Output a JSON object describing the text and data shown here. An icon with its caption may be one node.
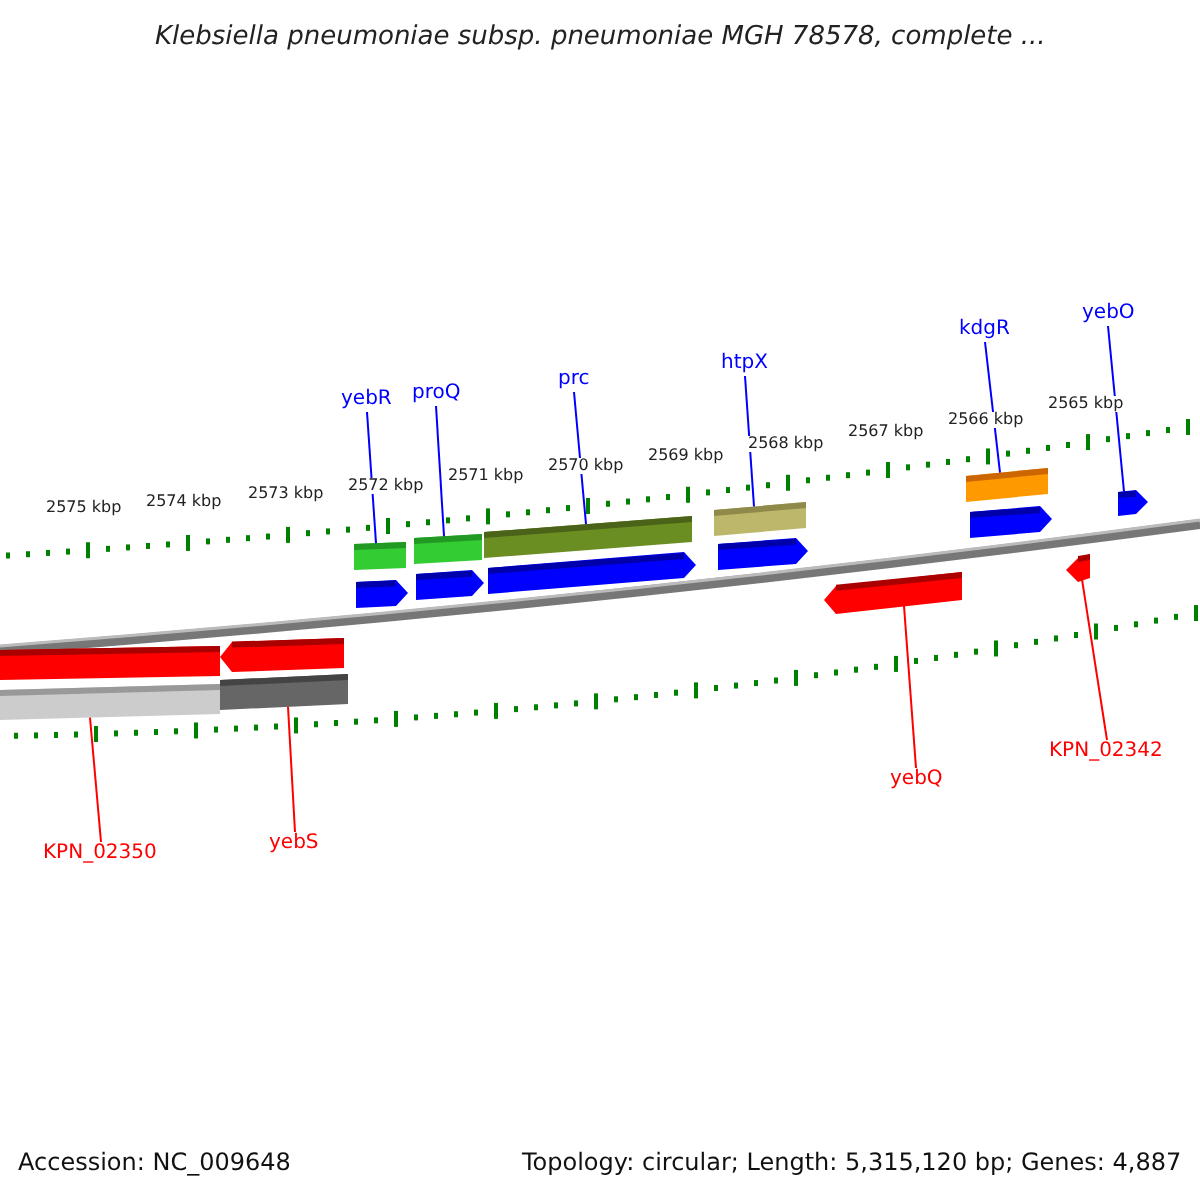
{
  "diagram": {
    "title": "Klebsiella pneumoniae subsp. pneumoniae MGH 78578, complete ...",
    "nodes": [
      {
        "text": [
          "yebR"
        ]
      },
      {
        "text": [
          "proQ"
        ]
      },
      {
        "text": [
          "prc"
        ]
      },
      {
        "text": [
          "htpX"
        ]
      },
      {
        "text": [
          "kdgR"
        ]
      },
      {
        "text": [
          "yebO"
        ]
      },
      {
        "text": [
          "KPN_02350"
        ]
      },
      {
        "text": [
          "yebS"
        ]
      },
      {
        "text": [
          "yebQ"
        ]
      },
      {
        "text": [
          "KPN_02342"
        ]
      },
      {
        "text": [],
        "shape": "bar"
      },
      {
        "text": [],
        "shape": "bar"
      },
      {
        "text": [],
        "shape": "bar"
      },
      {
        "text": [],
        "shape": "bar"
      },
      {
        "text": [],
        "shape": "bar"
      },
      {
        "text": [],
        "shape": "bar"
      },
      {
        "text": [],
        "shape": "bar"
      },
      {
        "text": [],
        "shape": "bar"
      },
      {
        "text": [],
        "shape": "bar"
      },
      {
        "text": [],
        "shape": "bar"
      }
    ],
    "edges": [
      {
        "from": 0,
        "to": 10,
        "arrow": "none"
      },
      {
        "from": 1,
        "to": 11,
        "arrow": "none"
      },
      {
        "from": 2,
        "to": 12,
        "arrow": "none"
      },
      {
        "from": 3,
        "to": 13,
        "arrow": "none"
      },
      {
        "from": 4,
        "to": 14,
        "arrow": "none"
      },
      {
        "from": 5,
        "to": 15,
        "arrow": "none"
      },
      {
        "from": 6,
        "to": 16,
        "arrow": "none",
        "color": "#ff0000"
      },
      {
        "from": 7,
        "to": 17,
        "arrow": "none",
        "color": "#ff0000"
      },
      {
        "from": 8,
        "to": 18,
        "arrow": "none",
        "color": "#ff0000"
      },
      {
        "from": 9,
        "to": 19,
        "arrow": "none",
        "color": "#ff0000"
      }
    ],
    "labels": [
      "2575 kbp",
      "2574 kbp",
      "2573 kbp",
      "2572 kbp",
      "2571 kbp",
      "2570 kbp",
      "2569 kbp",
      "2568 kbp",
      "2567 kbp",
      "2566 kbp",
      "2565 kbp",
      "Accession: NC_009648",
      "Topology: circular; Length: 5,315,120 bp; Genes: 4,887"
    ]
  }
}
